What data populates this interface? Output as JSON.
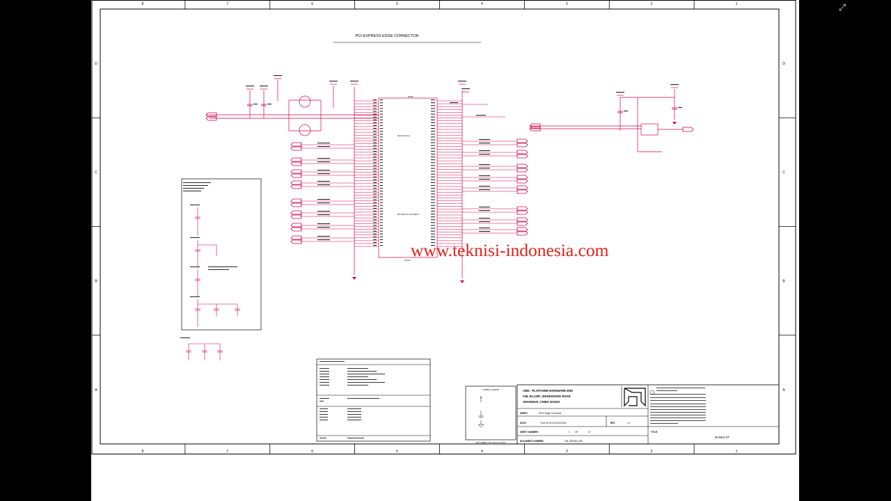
{
  "viewer": {
    "fullscreen_icon": "expand-arrows-icon"
  },
  "sheet": {
    "zone_columns": [
      "8",
      "7",
      "6",
      "5",
      "4",
      "3",
      "2",
      "1"
    ],
    "zone_rows": [
      "D",
      "C",
      "B",
      "A"
    ],
    "title": "PCI-EXPRESS EDGE CONNECTOR",
    "watermark": "www.teknisi-indonesia.com",
    "colors": {
      "wire": "#d0004a",
      "frame": "#000000",
      "watermark": "#e3201a"
    }
  },
  "title_block": {
    "company_line1": "AMD - PLATFORM HARDWARE ENG",
    "company_line2": "#48, No.1387, ZHANGDONG ROAD",
    "company_line3": "SHANGHAI, CHINA 201203",
    "sheet_label": "SHEET:",
    "sheet_value": "PCI-E Edge Connector",
    "date_label": "DATE:",
    "date_value": "Thu Feb 04 02:23:45 2016",
    "rev_label": "REV",
    "rev_value": "1.0",
    "sheet_number_label": "SHEET NUMBER:",
    "sheet_number": "1",
    "of_label": "OF",
    "sheet_total": "17",
    "document_number_label": "DOCUMENT NUMBER:",
    "document_number": "105_D00400_00A",
    "title_label": "TITLE:",
    "title_value": "BANKS DT"
  },
  "symbol_legend": {
    "heading": "SYMBOL LEGEND"
  },
  "bottom_note": "LED GREEN \"ON\" Means PCI_EX",
  "chip": {
    "refdes": "MPCIE",
    "label1": "Mechanical Key",
    "label2": "BOLD-BH-TO-N-NO-MECH",
    "label3": "x8 PCIe"
  }
}
